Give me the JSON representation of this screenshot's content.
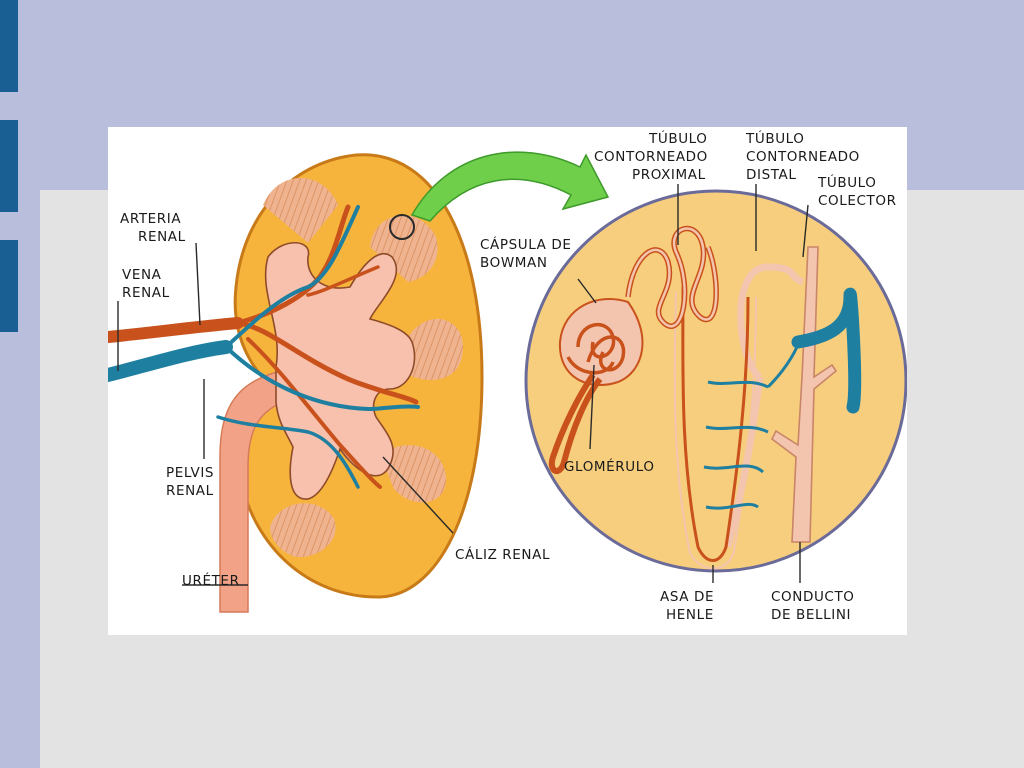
{
  "diagram": {
    "labels": {
      "arteria_renal": [
        "ARTERIA",
        "RENAL"
      ],
      "vena_renal": [
        "VENA",
        "RENAL"
      ],
      "pelvis_renal": [
        "PELVIS",
        "RENAL"
      ],
      "ureter": [
        "URÉTER"
      ],
      "caliz_renal": [
        "CÁLIZ RENAL"
      ],
      "tubulo_proximal": [
        "TÚBULO",
        "CONTORNEADO",
        "PROXIMAL"
      ],
      "tubulo_distal": [
        "TÚBULO",
        "CONTORNEADO",
        "DISTAL"
      ],
      "tubulo_colector": [
        "TÚBULO",
        "COLECTOR"
      ],
      "capsula_bowman": [
        "CÁPSULA DE",
        "BOWMAN"
      ],
      "glomerulo": [
        "GLOMÉRULO"
      ],
      "asa_henle": [
        "ASA DE",
        "HENLE"
      ],
      "conducto_bellini": [
        "CONDUCTO",
        "DE BELLINI"
      ]
    },
    "colors": {
      "cortex": "#f6b43c",
      "cortex_edge": "#c97a18",
      "pelvis": "#f7c1ad",
      "artery": "#c9511c",
      "vein": "#1e7fa0",
      "pyramid": "#e9a57e",
      "nephron_tube": "#f3c4ae",
      "arrow": "#6fcf4a"
    }
  }
}
